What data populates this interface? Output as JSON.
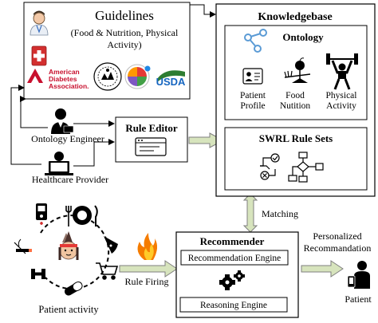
{
  "guidelines": {
    "title": "Guidelines",
    "subtitle_line1": "(Food & Nutrition, Physical",
    "subtitle_line2": "Activity)",
    "ada_line1": "American",
    "ada_line2": "Diabetes",
    "ada_line3": "Association.",
    "usda": "USDA"
  },
  "actors": {
    "ontology_engineer": "Ontology Engineer",
    "healthcare_provider": "Healthcare Provider"
  },
  "rule_editor": {
    "title": "Rule Editor"
  },
  "knowledgebase": {
    "title": "Knowledgebase",
    "ontology": {
      "title": "Ontology",
      "items": [
        {
          "line1": "Patient",
          "line2": "Profile"
        },
        {
          "line1": "Food",
          "line2": "Nutition"
        },
        {
          "line1": "Physical",
          "line2": "Activity"
        }
      ]
    },
    "swrl": {
      "title": "SWRL Rule Sets"
    }
  },
  "matching": "Matching",
  "recommender": {
    "title": "Recommender",
    "recommendation_engine": "Recommendation Engine",
    "reasoning_engine": "Reasoning Engine"
  },
  "rule_firing": "Rule Firing",
  "patient_activity": "Patient activity",
  "output": {
    "line1": "Personalized",
    "line2": "Recommandation",
    "patient": "Patient"
  },
  "colors": {
    "arrow_fill": "#d7e4bd",
    "arrow_stroke": "#7f7f7f",
    "ada_red": "#c8102e",
    "usda_green": "#2e7d32",
    "usda_blue": "#1565c0",
    "ontology_blue": "#5b9bd5",
    "fire_orange": "#f57c00"
  }
}
